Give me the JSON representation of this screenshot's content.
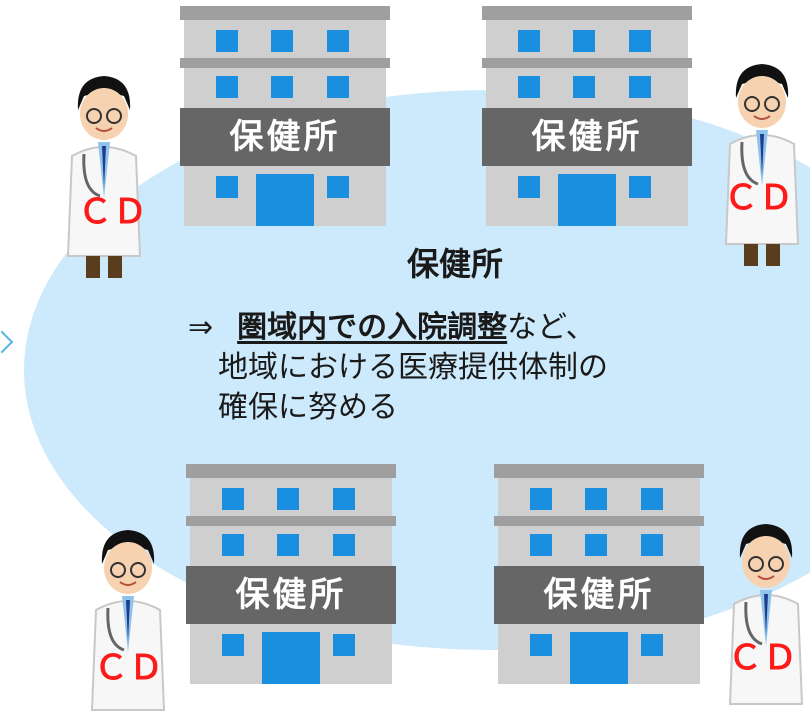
{
  "diagram": {
    "sign_text": "保健所",
    "doctor_label": "ＣＤ",
    "title": "保健所",
    "arrow_symbol": "⇒",
    "emphasis": "圏域内での入院調整",
    "line1_rest": "など、",
    "line2": "地域における医療提供体制の",
    "line3": "確保に努める"
  },
  "colors": {
    "ellipse": "#cdeafc",
    "building": "#c9c9c9",
    "sign": "#666666",
    "window": "#1a8fe0",
    "label": "#ff1a1a"
  }
}
